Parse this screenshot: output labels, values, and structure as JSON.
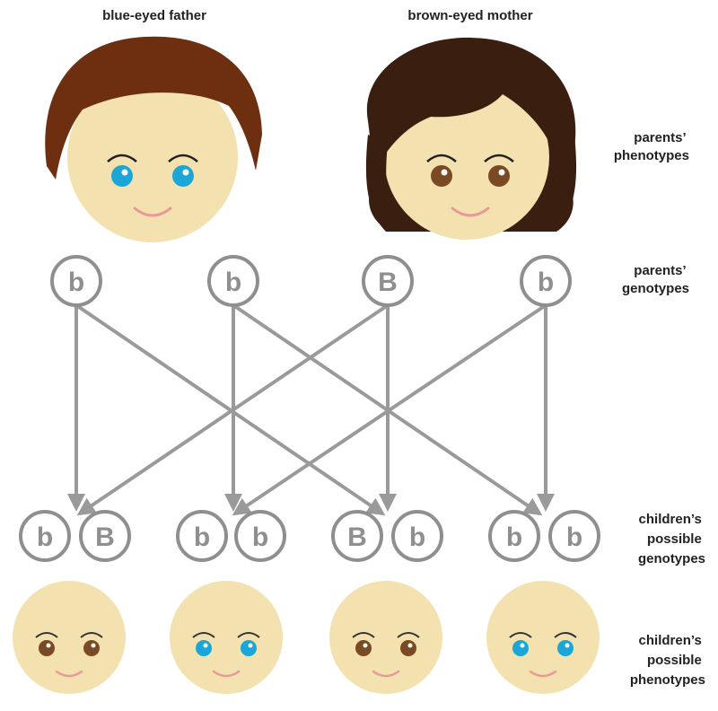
{
  "parents": {
    "father_label": "blue-eyed father",
    "mother_label": "brown-eyed mother"
  },
  "row_labels": {
    "parent_phenotypes": [
      "parents’",
      "phenotypes"
    ],
    "parent_genotypes": [
      "parents’",
      "genotypes"
    ],
    "child_genotypes": [
      "children’s",
      "possible",
      "genotypes"
    ],
    "child_phenotypes": [
      "children’s",
      "possible",
      "phenotypes"
    ]
  },
  "parent_alleles": [
    "b",
    "b",
    "B",
    "b"
  ],
  "children": [
    {
      "alleles": [
        "b",
        "B"
      ],
      "eye": "brown"
    },
    {
      "alleles": [
        "b",
        "b"
      ],
      "eye": "blue"
    },
    {
      "alleles": [
        "B",
        "b"
      ],
      "eye": "brown"
    },
    {
      "alleles": [
        "b",
        "b"
      ],
      "eye": "blue"
    }
  ],
  "colors": {
    "skin": "#f4e1b0",
    "father_hair": "#6e2e10",
    "mother_hair": "#3a1e10",
    "blue_eye": "#1aa6d6",
    "brown_eye": "#7a4a25",
    "mouth": "#e89a9a",
    "allele_gray": "#8f8f8f",
    "arrow_gray": "#9a9a9a",
    "text": "#222222"
  }
}
